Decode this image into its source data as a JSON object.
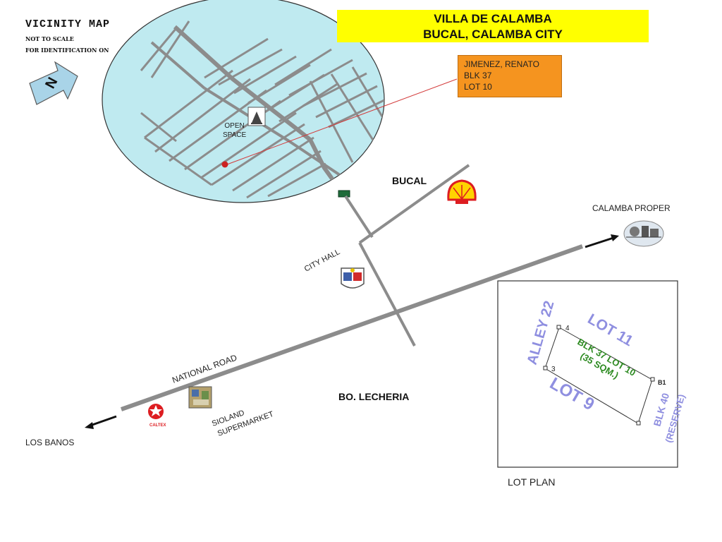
{
  "vicinity": {
    "title": "VICINITY MAP",
    "note_line1": "NOT TO SCALE",
    "note_line2": "FOR IDENTIFICATION ON"
  },
  "compass": {
    "letter": "N"
  },
  "header": {
    "line1": "VILLA DE CALAMBA",
    "line2": "BUCAL, CALAMBA CITY",
    "background": "#ffff00"
  },
  "owner": {
    "line1": "JIMENEZ, RENATO",
    "line2": "BLK  37",
    "line3": "LOT  10",
    "background": "#f5941f"
  },
  "inset": {
    "open_space_line1": "OPEN",
    "open_space_line2": "SPACE",
    "fill": "#bfeaf0"
  },
  "places": {
    "bucal": "BUCAL",
    "calamba_proper": "CALAMBA PROPER",
    "city_hall": "CITY HALL",
    "national_road": "NATIONAL ROAD",
    "lecheria": "BO. LECHERIA",
    "los_banos": "LOS BANOS",
    "supermarket_line1": "SIOLAND",
    "supermarket_line2": "SUPERMARKET",
    "caltex": "CALTEX"
  },
  "lot_plan": {
    "caption": "LOT PLAN",
    "alley": "ALLEY 22",
    "lot11": "LOT 11",
    "lot9": "LOT 9",
    "blk40": "BLK 40",
    "reserve": "(RESERVE)",
    "subject_line1": "BLK 37 LOT 10",
    "subject_line2": "(35 SQM.)",
    "corner_3": "3",
    "corner_4": "4",
    "corner_b1": "B1"
  },
  "colors": {
    "road": "#8c8c8c",
    "lot_label": "#8f8fe0",
    "subject_label": "#2e8b22",
    "leader_line": "#d33a3a"
  }
}
